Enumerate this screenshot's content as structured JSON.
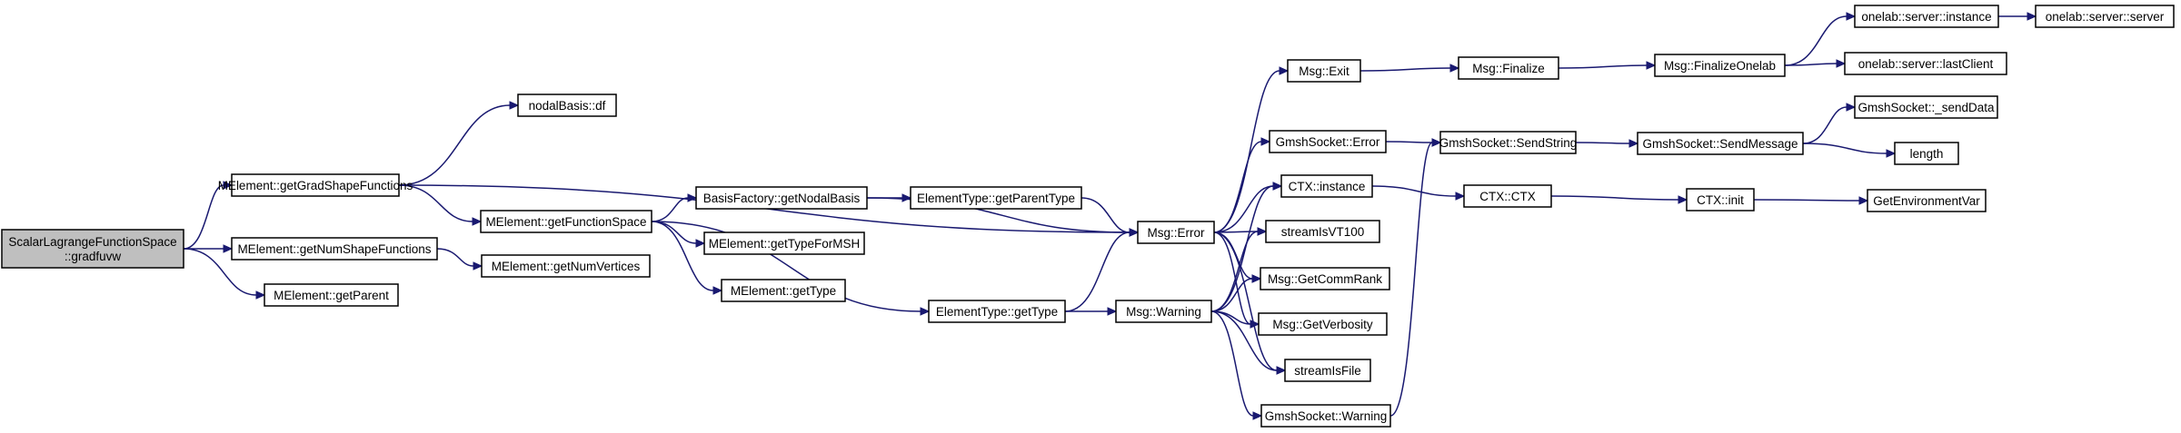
{
  "graph": {
    "colors": {
      "edge": "#191970",
      "node_border": "#000000",
      "root_fill": "#bfbfbf",
      "node_fill": "#ffffff"
    },
    "nodes": {
      "root": {
        "lines": [
          "ScalarLagrangeFunctionSpace",
          "::gradfuvw"
        ]
      },
      "gsf": {
        "lines": [
          "MElement::getGradShapeFunctions"
        ]
      },
      "nsf": {
        "lines": [
          "MElement::getNumShapeFunctions"
        ]
      },
      "par": {
        "lines": [
          "MElement::getParent"
        ]
      },
      "ndf": {
        "lines": [
          "nodalBasis::df"
        ]
      },
      "fs": {
        "lines": [
          "MElement::getFunctionSpace"
        ]
      },
      "nv": {
        "lines": [
          "MElement::getNumVertices"
        ]
      },
      "bfnb": {
        "lines": [
          "BasisFactory::getNodalBasis"
        ]
      },
      "tfm": {
        "lines": [
          "MElement::getTypeForMSH"
        ]
      },
      "mgt": {
        "lines": [
          "MElement::getType"
        ]
      },
      "etpt": {
        "lines": [
          "ElementType::getParentType"
        ]
      },
      "etgt": {
        "lines": [
          "ElementType::getType"
        ]
      },
      "err": {
        "lines": [
          "Msg::Error"
        ]
      },
      "warn": {
        "lines": [
          "Msg::Warning"
        ]
      },
      "exit": {
        "lines": [
          "Msg::Exit"
        ]
      },
      "gserr": {
        "lines": [
          "GmshSocket::Error"
        ]
      },
      "ctxi": {
        "lines": [
          "CTX::instance"
        ]
      },
      "vt": {
        "lines": [
          "streamIsVT100"
        ]
      },
      "rank": {
        "lines": [
          "Msg::GetCommRank"
        ]
      },
      "verb": {
        "lines": [
          "Msg::GetVerbosity"
        ]
      },
      "sif": {
        "lines": [
          "streamIsFile"
        ]
      },
      "gsw": {
        "lines": [
          "GmshSocket::Warning"
        ]
      },
      "fin": {
        "lines": [
          "Msg::Finalize"
        ]
      },
      "gsss": {
        "lines": [
          "GmshSocket::SendString"
        ]
      },
      "ctx": {
        "lines": [
          "CTX::CTX"
        ]
      },
      "fol": {
        "lines": [
          "Msg::FinalizeOnelab"
        ]
      },
      "gssm": {
        "lines": [
          "GmshSocket::SendMessage"
        ]
      },
      "init": {
        "lines": [
          "CTX::init"
        ]
      },
      "osi": {
        "lines": [
          "onelab::server::instance"
        ]
      },
      "olc": {
        "lines": [
          "onelab::server::lastClient"
        ]
      },
      "sd": {
        "lines": [
          "GmshSocket::_sendData"
        ]
      },
      "len": {
        "lines": [
          "length"
        ]
      },
      "oss": {
        "lines": [
          "onelab::server::server"
        ]
      },
      "gev": {
        "lines": [
          "GetEnvironmentVar"
        ]
      }
    }
  }
}
